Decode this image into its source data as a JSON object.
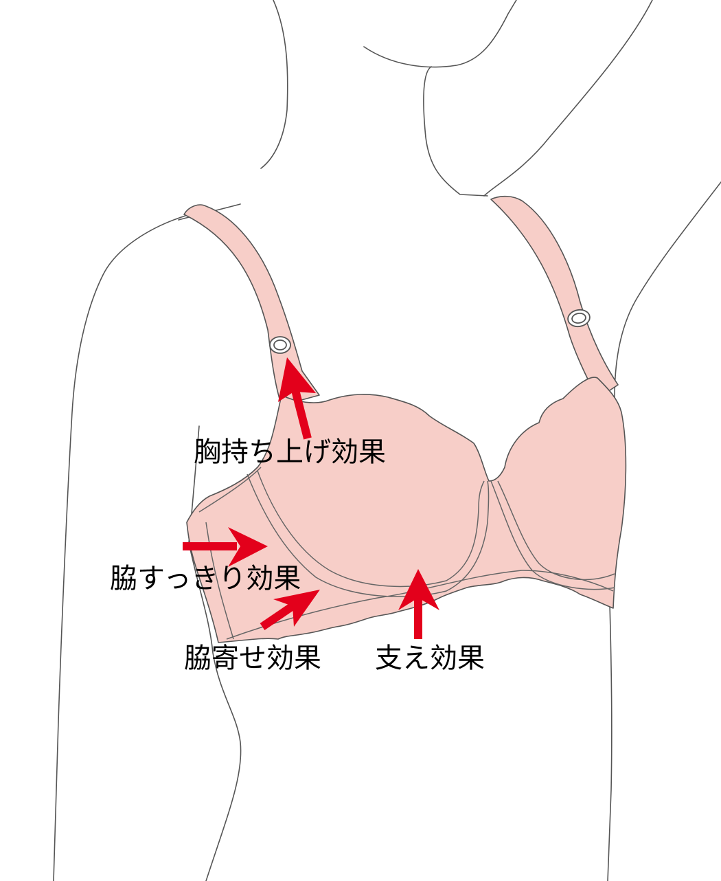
{
  "diagram": {
    "subject": "bra-effects-illustration",
    "colors": {
      "fabric": "#f7cec8",
      "outline": "#555555",
      "arrow": "#e3001b",
      "text": "#000000",
      "background": "#ffffff"
    },
    "labels": {
      "lift": "胸持ち上げ効果",
      "side_slim": "脇すっきり効果",
      "side_gather": "脇寄せ効果",
      "support": "支え効果"
    },
    "arrows": [
      {
        "name": "lift-arrow",
        "direction": "up-left",
        "label": "胸持ち上げ効果"
      },
      {
        "name": "side-slim-arrow",
        "direction": "right",
        "label": "脇すっきり効果"
      },
      {
        "name": "side-gather-arrow",
        "direction": "up-right",
        "label": "脇寄せ効果"
      },
      {
        "name": "support-arrow",
        "direction": "up",
        "label": "支え効果"
      }
    ]
  }
}
